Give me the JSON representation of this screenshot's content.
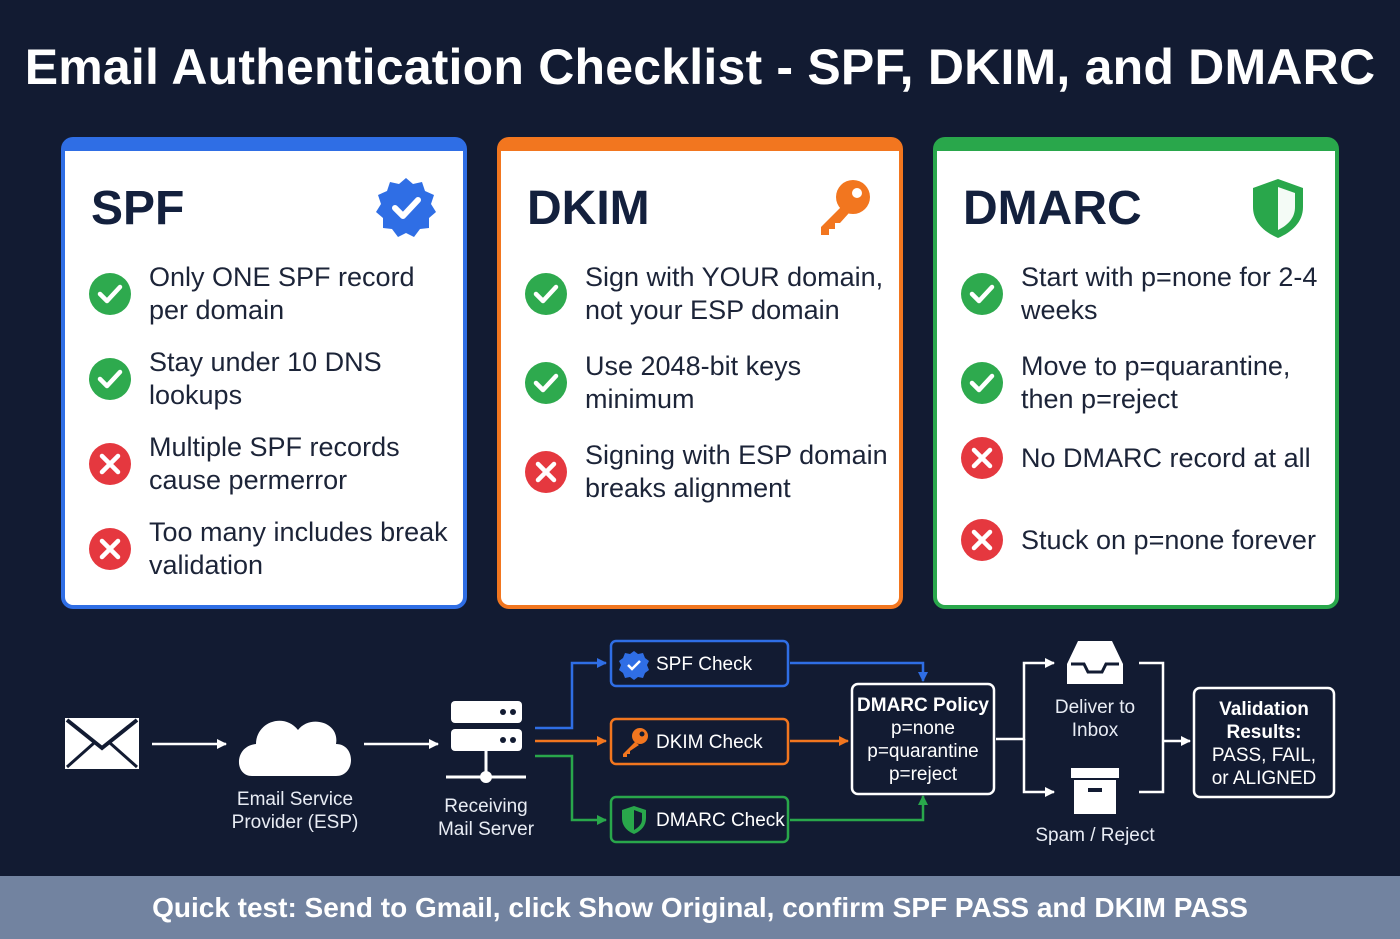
{
  "title": "Email Authentication Checklist - SPF, DKIM, and DMARC",
  "cards": [
    {
      "name": "SPF",
      "color": "#2f6ee5",
      "icon": "verified-badge-icon",
      "items": [
        {
          "status": "pass",
          "text": "Only ONE SPF record per domain"
        },
        {
          "status": "pass",
          "text": "Stay under 10 DNS lookups"
        },
        {
          "status": "fail",
          "text": "Multiple SPF records cause permerror"
        },
        {
          "status": "fail",
          "text": "Too many includes break validation"
        }
      ]
    },
    {
      "name": "DKIM",
      "color": "#f2761f",
      "icon": "key-icon",
      "items": [
        {
          "status": "pass",
          "text": "Sign with YOUR domain, not your ESP domain"
        },
        {
          "status": "pass",
          "text": "Use 2048-bit keys minimum"
        },
        {
          "status": "fail",
          "text": "Signing with ESP domain breaks alignment"
        }
      ]
    },
    {
      "name": "DMARC",
      "color": "#29a74b",
      "icon": "shield-icon",
      "items": [
        {
          "status": "pass",
          "text": "Start with p=none for 2-4 weeks"
        },
        {
          "status": "pass",
          "text": "Move to p=quarantine, then p=reject"
        },
        {
          "status": "fail",
          "text": "No DMARC record at all"
        },
        {
          "status": "fail",
          "text": "Stuck on p=none forever"
        }
      ]
    }
  ],
  "flow": {
    "esp_label_1": "Email Service",
    "esp_label_2": "Provider (ESP)",
    "server_label_1": "Receiving",
    "server_label_2": "Mail Server",
    "spf_check": "SPF Check",
    "dkim_check": "DKIM Check",
    "dmarc_check": "DMARC Check",
    "policy_title": "DMARC Policy",
    "policy_lines": [
      "p=none",
      "p=quarantine",
      "p=reject"
    ],
    "inbox_label_1": "Deliver to",
    "inbox_label_2": "Inbox",
    "spam_label": "Spam / Reject",
    "results_title_1": "Validation",
    "results_title_2": "Results:",
    "results_line_1": "PASS, FAIL,",
    "results_line_2": "or ALIGNED"
  },
  "footer": "Quick test: Send to Gmail, click Show Original, confirm SPF PASS and DKIM PASS",
  "colors": {
    "background": "#121b32",
    "pass": "#2eaa4e",
    "fail": "#e5383f",
    "blue": "#2f6ee5",
    "orange": "#f2761f",
    "green": "#29a74b"
  }
}
